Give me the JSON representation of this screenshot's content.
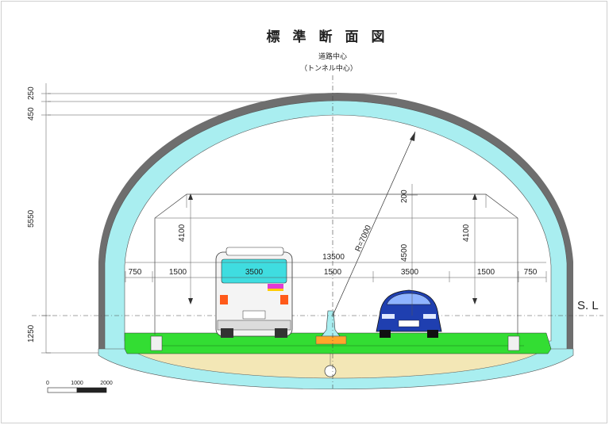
{
  "title": "標準断面図",
  "centerline": {
    "label_line1": "道路中心",
    "label_line2": "（トンネル中心）"
  },
  "sea_level_label": "S. L",
  "dimensions": {
    "left_vertical": [
      "250",
      "450",
      "5550",
      "1250"
    ],
    "clearance_heights": [
      "4100",
      "4100"
    ],
    "inner_verticals": [
      "200",
      "4500"
    ],
    "radius": "R=7000",
    "total_width": "13500",
    "width_segments": [
      "750",
      "1500",
      "3500",
      "1500",
      "3500",
      "1500",
      "750"
    ]
  },
  "scale_bar": {
    "labels": [
      "0",
      "1000",
      "2000"
    ]
  },
  "colors": {
    "lining_outer": "#6e6e6e",
    "lining_concrete": "#a9eef0",
    "road_surface": "#33dd33",
    "base_layer": "#f3e7b6",
    "car": "#1f3fb0",
    "bus_window": "#3fdde0"
  }
}
